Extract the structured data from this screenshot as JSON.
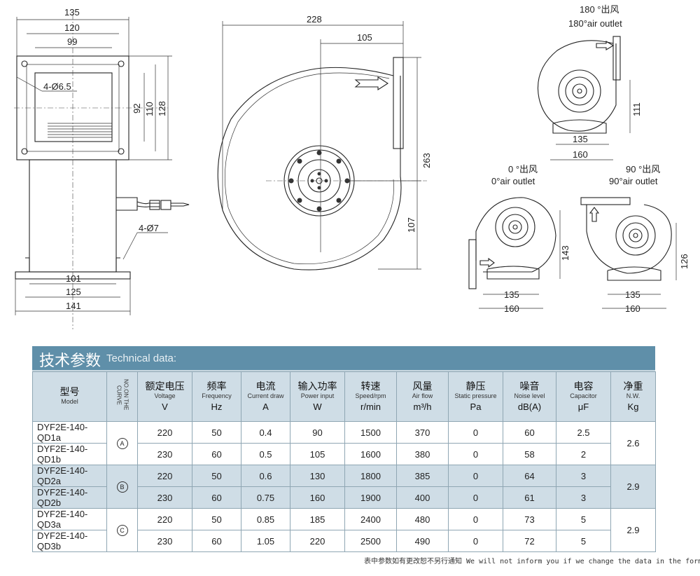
{
  "drawing": {
    "front_dims": [
      "135",
      "120",
      "99",
      "92",
      "110",
      "128",
      "4-Ø6.5",
      "4-Ø7",
      "101",
      "125",
      "141"
    ],
    "side_dims": [
      "228",
      "105",
      "263",
      "107"
    ],
    "outlet_180": {
      "cn": "180 °出风",
      "en": "180°air outlet",
      "dims": [
        "111",
        "135",
        "160"
      ]
    },
    "outlet_0": {
      "cn": "0 °出风",
      "en": "0°air outlet",
      "dims": [
        "143",
        "135",
        "160"
      ]
    },
    "outlet_90": {
      "cn": "90 °出风",
      "en": "90°air outlet",
      "dims": [
        "126",
        "135",
        "160"
      ]
    }
  },
  "tech": {
    "title_cn": "技术参数",
    "title_en": "Technical data:",
    "headers": [
      {
        "cn": "型号",
        "en": "Model",
        "unit": ""
      },
      {
        "cn": "",
        "en": "NO.ON THE CURVE",
        "unit": ""
      },
      {
        "cn": "额定电压",
        "en": "Voltage",
        "unit": "V"
      },
      {
        "cn": "频率",
        "en": "Frequency",
        "unit": "Hz"
      },
      {
        "cn": "电流",
        "en": "Current draw",
        "unit": "A"
      },
      {
        "cn": "输入功率",
        "en": "Power input",
        "unit": "W"
      },
      {
        "cn": "转速",
        "en": "Speed/rpm",
        "unit": "r/min"
      },
      {
        "cn": "风量",
        "en": "Air flow",
        "unit": "m³/h"
      },
      {
        "cn": "静压",
        "en": "Static pressure",
        "unit": "Pa"
      },
      {
        "cn": "噪音",
        "en": "Noise level",
        "unit": "dB(A)"
      },
      {
        "cn": "电容",
        "en": "Capacitor",
        "unit": "μF"
      },
      {
        "cn": "净重",
        "en": "N.W.",
        "unit": "Kg"
      }
    ],
    "rows": [
      {
        "model": "DYF2E-140-QD1a",
        "voltage": "220",
        "freq": "50",
        "current": "0.4",
        "power": "90",
        "speed": "1500",
        "airflow": "370",
        "pressure": "0",
        "noise": "60",
        "cap": "2.5"
      },
      {
        "model": "DYF2E-140-QD1b",
        "voltage": "230",
        "freq": "60",
        "current": "0.5",
        "power": "105",
        "speed": "1600",
        "airflow": "380",
        "pressure": "0",
        "noise": "58",
        "cap": "2"
      },
      {
        "model": "DYF2E-140-QD2a",
        "voltage": "220",
        "freq": "50",
        "current": "0.6",
        "power": "130",
        "speed": "1800",
        "airflow": "385",
        "pressure": "0",
        "noise": "64",
        "cap": "3"
      },
      {
        "model": "DYF2E-140-QD2b",
        "voltage": "230",
        "freq": "60",
        "current": "0.75",
        "power": "160",
        "speed": "1900",
        "airflow": "400",
        "pressure": "0",
        "noise": "61",
        "cap": "3"
      },
      {
        "model": "DYF2E-140-QD3a",
        "voltage": "220",
        "freq": "50",
        "current": "0.85",
        "power": "185",
        "speed": "2400",
        "airflow": "480",
        "pressure": "0",
        "noise": "73",
        "cap": "5"
      },
      {
        "model": "DYF2E-140-QD3b",
        "voltage": "230",
        "freq": "60",
        "current": "1.05",
        "power": "220",
        "speed": "2500",
        "airflow": "490",
        "pressure": "0",
        "noise": "72",
        "cap": "5"
      }
    ],
    "groups": [
      {
        "curve": "A",
        "weight": "2.6"
      },
      {
        "curve": "B",
        "weight": "2.9"
      },
      {
        "curve": "C",
        "weight": "2.9"
      }
    ],
    "footnote": "表中参数如有更改恕不另行通知 We will not inform you if we change the data in the form"
  }
}
